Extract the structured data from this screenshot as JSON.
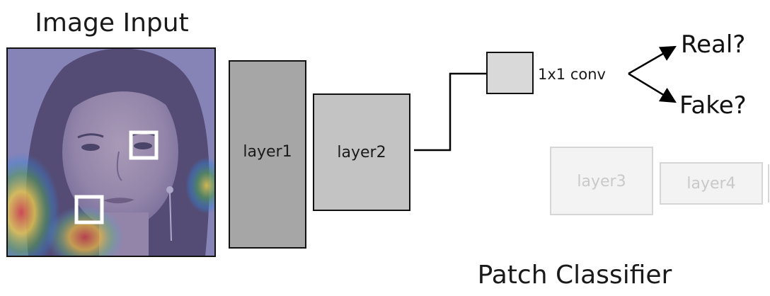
{
  "input": {
    "title": "Image Input",
    "photo_icon": "portrait-photo-with-heatmap",
    "heatmap_colors": [
      "#d32f2f",
      "#fbc02d",
      "#43a047",
      "#1e88e5"
    ],
    "overlay_color": "#7d79b8"
  },
  "layers": {
    "layer1": "layer1",
    "layer2": "layer2",
    "layer3": "layer3",
    "layer4": "layer4"
  },
  "conv": {
    "label": "1x1 conv"
  },
  "outputs": {
    "real": "Real?",
    "fake": "Fake?"
  },
  "footer": {
    "title": "Patch Classifier"
  },
  "colors": {
    "layer1_fill": "#a6a6a6",
    "layer2_fill": "#c3c3c3",
    "conv_fill": "#d9d9d9",
    "faded_fill": "#f3f3f3",
    "faded_stroke": "#d6d6d6"
  }
}
